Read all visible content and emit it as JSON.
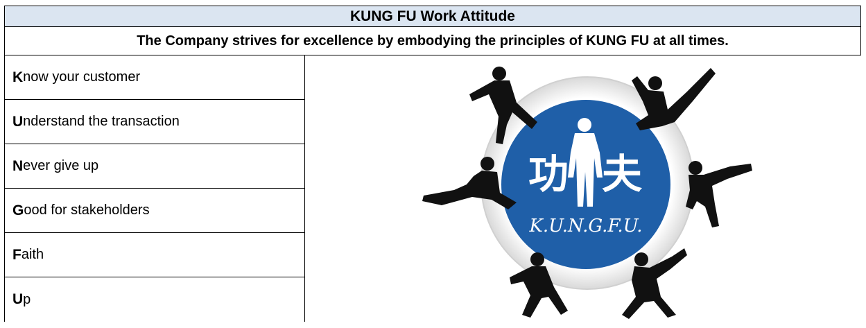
{
  "header": {
    "title": "KUNG FU Work Attitude",
    "subtitle": "The Company strives for excellence by embodying the principles of KUNG FU at all times."
  },
  "principles": [
    {
      "initial": "K",
      "rest": "now your customer"
    },
    {
      "initial": "U",
      "rest": "nderstand the transaction"
    },
    {
      "initial": "N",
      "rest": "ever give up"
    },
    {
      "initial": "G",
      "rest": "ood for stakeholders"
    },
    {
      "initial": "F",
      "rest": "aith"
    },
    {
      "initial": "U",
      "rest": "p"
    }
  ],
  "logo": {
    "chinese_left": "功",
    "chinese_right": "夫",
    "caption": "K.U.N.G.F.U.",
    "circle_color": "#1f5fa8",
    "ring_color": "#e6e6e6",
    "silhouette_color": "#111111"
  }
}
